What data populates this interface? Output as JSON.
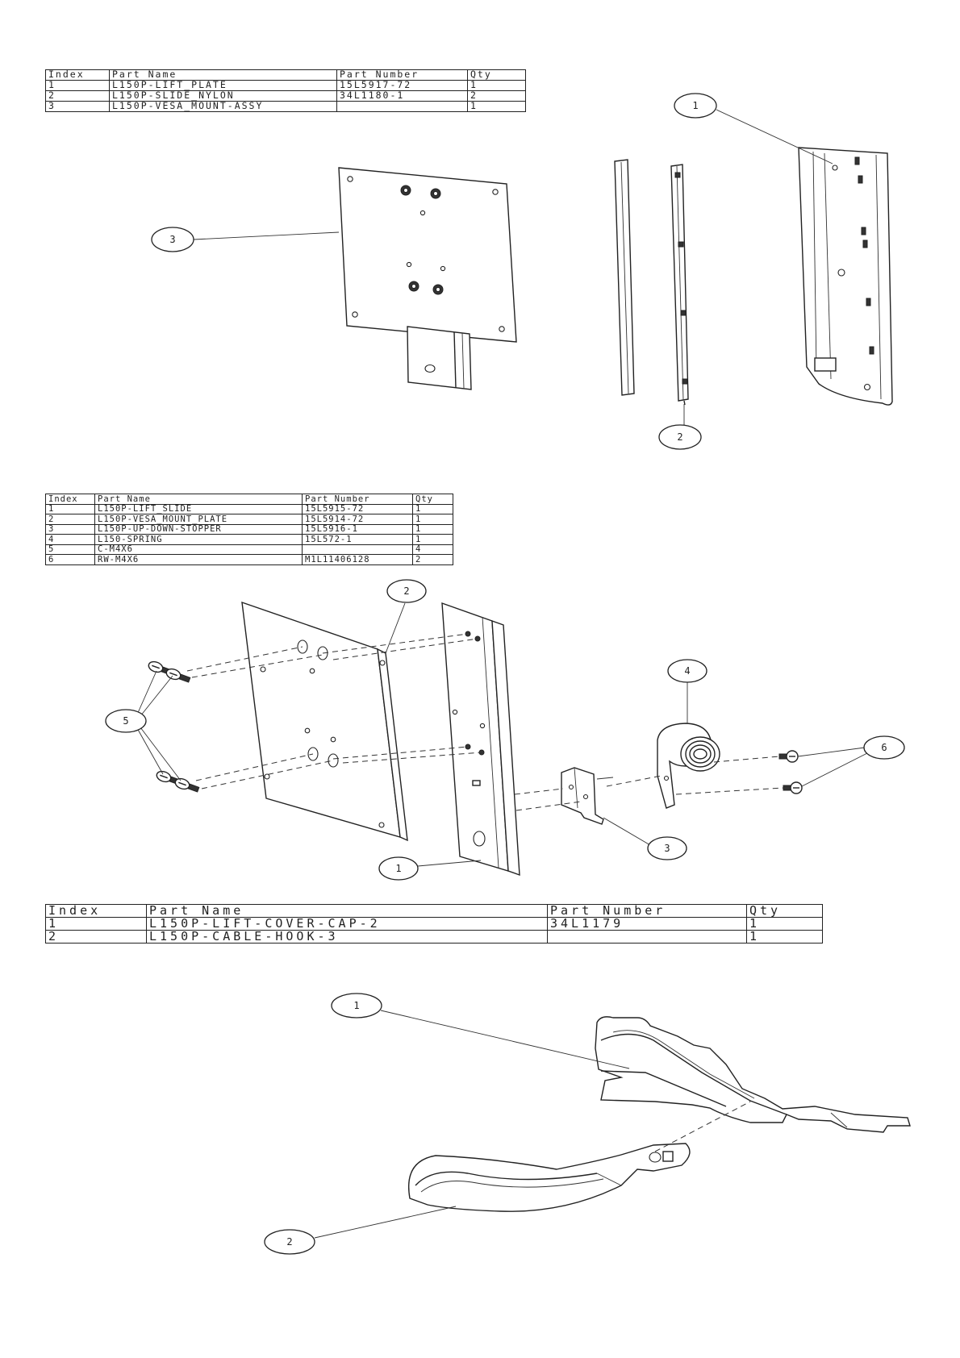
{
  "tables": [
    {
      "headers": [
        "Index",
        "Part Name",
        "Part Number",
        "Qty"
      ],
      "rows": [
        [
          "1",
          "L150P-LIFT_PLATE",
          "15L5917-72",
          "1"
        ],
        [
          "2",
          "L150P-SLIDE_NYLON",
          "34L1180-1",
          "2"
        ],
        [
          "3",
          "L150P-VESA_MOUNT-ASSY",
          "",
          "1"
        ]
      ]
    },
    {
      "headers": [
        "Index",
        "Part Name",
        "Part Number",
        "Qty"
      ],
      "rows": [
        [
          "1",
          "L150P-LIFT_SLIDE",
          "15L5915-72",
          "1"
        ],
        [
          "2",
          "L150P-VESA_MOUNT_PLATE",
          "15L5914-72",
          "1"
        ],
        [
          "3",
          "L150P-UP-DOWN-STOPPER",
          "15L5916-1",
          "1"
        ],
        [
          "4",
          "L150-SPRING",
          "15L572-1",
          "1"
        ],
        [
          "5",
          "C-M4X6",
          "",
          "4"
        ],
        [
          "6",
          "RW-M4X6",
          "M1L11406128",
          "2"
        ]
      ]
    },
    {
      "headers": [
        "Index",
        "Part Name",
        "Part Number",
        "Qty"
      ],
      "rows": [
        [
          "1",
          "L150P-LIFT-COVER-CAP-2",
          "34L1179",
          "1"
        ],
        [
          "2",
          "L150P-CABLE-HOOK-3",
          "",
          "1"
        ]
      ]
    }
  ],
  "balloons": {
    "top": [
      "1",
      "2",
      "3"
    ],
    "middle": [
      "1",
      "2",
      "3",
      "4",
      "5",
      "6"
    ],
    "bottom": [
      "1",
      "2"
    ]
  }
}
